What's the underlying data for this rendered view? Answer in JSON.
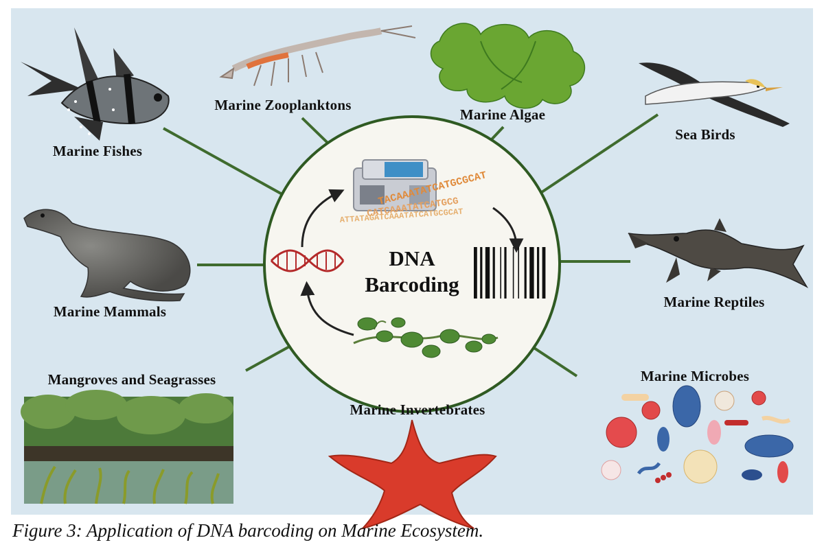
{
  "center": {
    "line1": "DNA",
    "line2": "Barcoding"
  },
  "sequence_lines": [
    "TACAAATATCATGCGCAT",
    "CATCAAATATCATGCG",
    "ATTATAGATCAAATATCATGCGCAT"
  ],
  "categories": [
    {
      "key": "fishes",
      "label": "Marine Fishes"
    },
    {
      "key": "zooplanktons",
      "label": "Marine Zooplanktons"
    },
    {
      "key": "algae",
      "label": "Marine Algae"
    },
    {
      "key": "birds",
      "label": "Sea Birds"
    },
    {
      "key": "mammals",
      "label": "Marine Mammals"
    },
    {
      "key": "reptiles",
      "label": "Marine Reptiles"
    },
    {
      "key": "mangroves",
      "label": "Mangroves and Seagrasses"
    },
    {
      "key": "invertebrates",
      "label": "Marine Invertebrates"
    },
    {
      "key": "microbes",
      "label": "Marine Microbes"
    }
  ],
  "caption": "Figure 3: Application of DNA barcoding on Marine Ecosystem.",
  "colors": {
    "background": "#d8e6ef",
    "connector": "#3f6b2e",
    "circle_border": "#2f5a22",
    "circle_fill": "#f7f6f0",
    "dna": "#b42a2a",
    "starfish": "#d93b2b",
    "algae": "#6aa632"
  }
}
